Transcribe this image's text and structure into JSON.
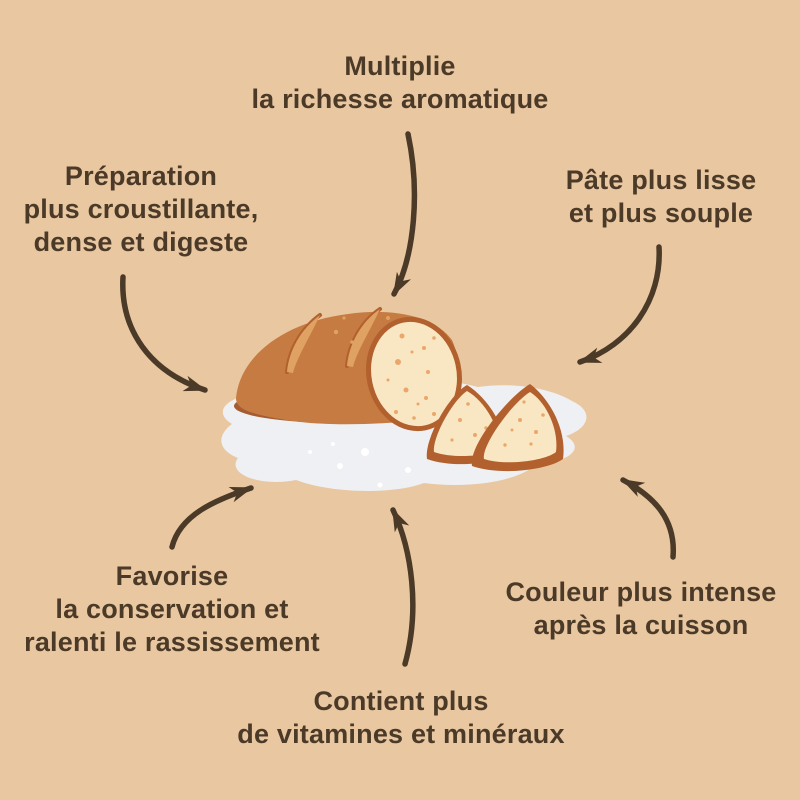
{
  "labels": {
    "top": {
      "text": "Multiplie\nla richesse aromatique"
    },
    "upper_left": {
      "text": "Préparation\nplus croustillante,\ndense et digeste"
    },
    "upper_right": {
      "text": "Pâte plus lisse\net plus souple"
    },
    "lower_left": {
      "text": "Favorise\nla conservation et\nralenti le rassissement"
    },
    "bottom": {
      "text": "Contient plus\nde vitamines et minéraux"
    },
    "lower_right": {
      "text": "Couleur plus intense\naprès la cuisson"
    }
  },
  "illustration": {
    "name": "bread-loaf-with-two-slices-on-flour"
  },
  "colors": {
    "background": "#e9c7a1",
    "ink": "#4b3a27",
    "crust": "#c57b42",
    "crust_dark": "#a55c31",
    "crust_outline": "#b2602d",
    "slash": "#dfa263",
    "crumb": "#f9e6c2",
    "speckle": "#eba76a",
    "flour": "#eff0f3",
    "flour_dot": "#ffffff"
  }
}
